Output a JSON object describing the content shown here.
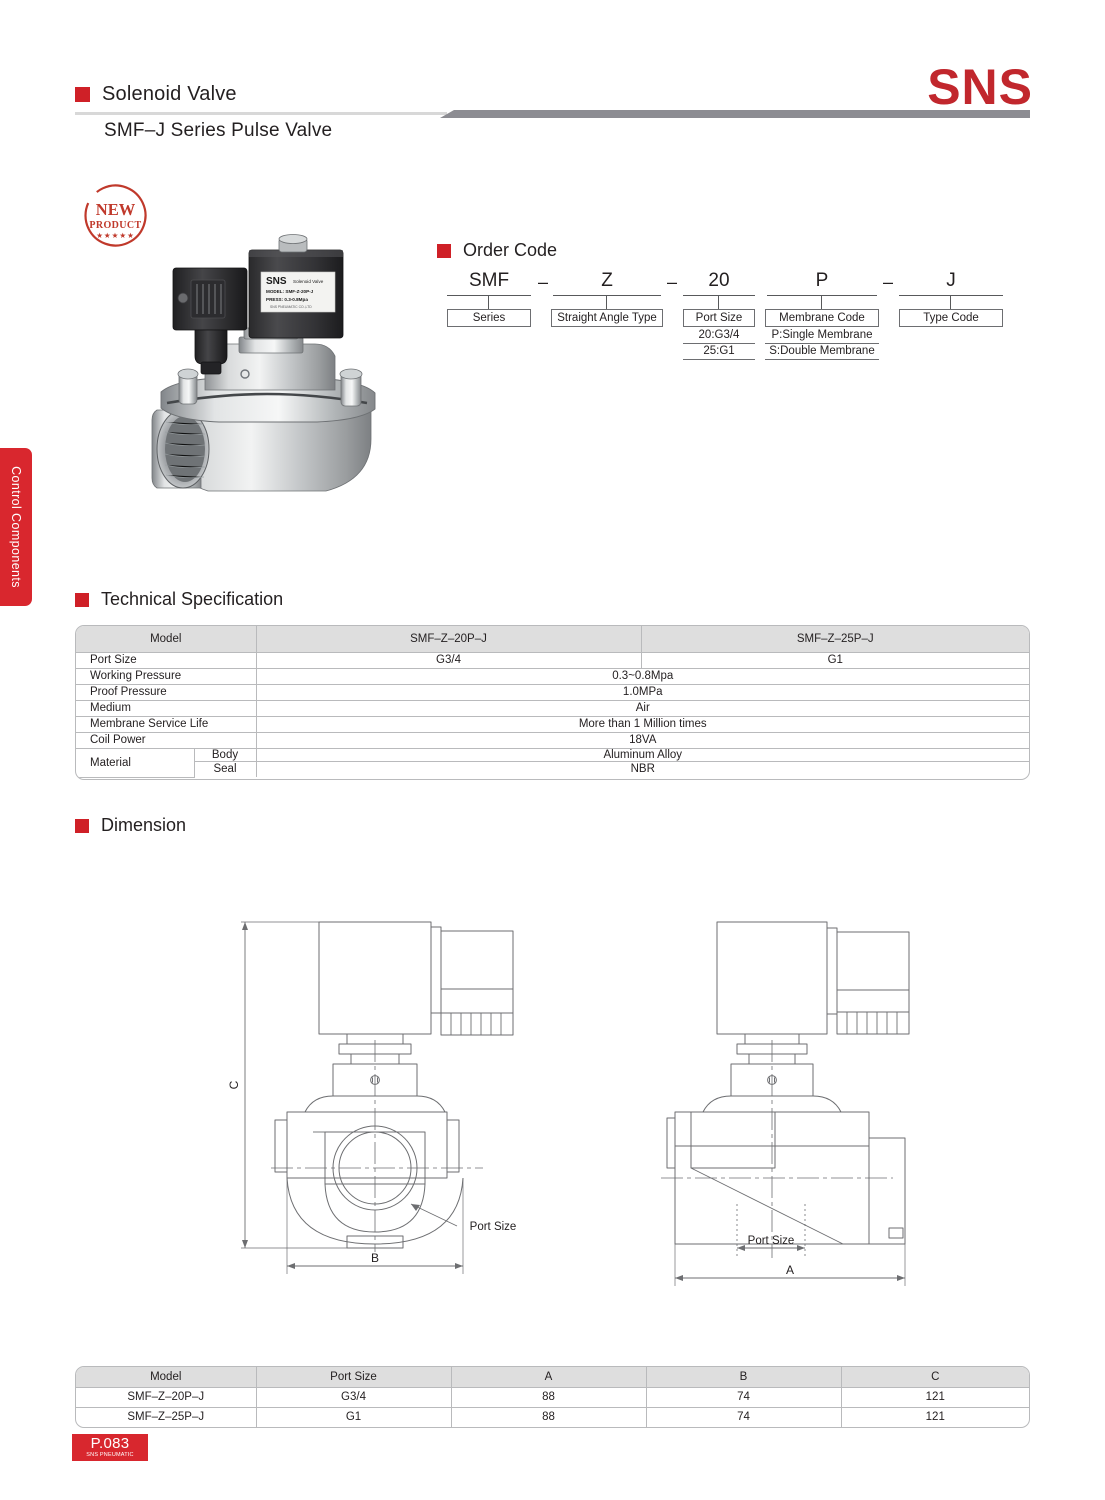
{
  "header": {
    "category": "Solenoid Valve",
    "product_title": "SMF–J Series Pulse Valve",
    "brand": "SNS"
  },
  "side_tab": {
    "label": "Control Components"
  },
  "stamp": {
    "line1": "NEW",
    "line2": "PRODUCT",
    "stars": "★★★★★"
  },
  "product_photo": {
    "label_brand": "SNS",
    "label_brand_sub": "Solenoid Valve",
    "label_model": "MODEL: SMF-Z-20P-J",
    "label_press": "PRESS: 0.3-0.8Mpa",
    "label_company": "SNS PNEUMATIC CO.,LTD"
  },
  "sections": {
    "order_code": "Order Code",
    "technical_specification": "Technical Specification",
    "dimension": "Dimension"
  },
  "order_code": {
    "codes": [
      "SMF",
      "Z",
      "20",
      "P",
      "J"
    ],
    "dashes": [
      "–",
      "–",
      "–"
    ],
    "boxes": [
      "Series",
      "Straight Angle Type",
      "Port Size",
      "Membrane Code",
      "Type Code"
    ],
    "port_size_notes": [
      "20:G3/4",
      "25:G1"
    ],
    "membrane_notes": [
      "P:Single Membrane",
      "S:Double Membrane"
    ]
  },
  "tech_table": {
    "headers": [
      "Model",
      "SMF–Z–20P–J",
      "SMF–Z–25P–J"
    ],
    "rows": [
      {
        "label": "Port Size",
        "sub": "",
        "split": true,
        "v1": "G3/4",
        "v2": "G1"
      },
      {
        "label": "Working  Pressure",
        "sub": "",
        "split": false,
        "value": "0.3~0.8Mpa"
      },
      {
        "label": "Proof Pressure",
        "sub": "",
        "split": false,
        "value": "1.0MPa"
      },
      {
        "label": "Medium",
        "sub": "",
        "split": false,
        "value": "Air"
      },
      {
        "label": "Membrane Service Life",
        "sub": "",
        "split": false,
        "value": "More  than 1 Million times"
      },
      {
        "label": "Coil Power",
        "sub": "",
        "split": false,
        "value": "18VA"
      },
      {
        "label": "Material",
        "sub": "Body",
        "split": false,
        "value": "Aluminum Alloy"
      },
      {
        "label": "",
        "sub": "Seal",
        "split": false,
        "value": "NBR"
      }
    ]
  },
  "dimension_drawings": {
    "front_view": {
      "dim_c": "C",
      "dim_b": "B",
      "port_label": "Port Size"
    },
    "side_view": {
      "dim_a": "A",
      "port_label": "Port Size"
    }
  },
  "dim_table": {
    "headers": [
      "Model",
      "Port Size",
      "A",
      "B",
      "C"
    ],
    "rows": [
      [
        "SMF–Z–20P–J",
        "G3/4",
        "88",
        "74",
        "121"
      ],
      [
        "SMF–Z–25P–J",
        "G1",
        "88",
        "74",
        "121"
      ]
    ]
  },
  "footer": {
    "page_number": "P.083",
    "company": "SNS PNEUMATIC"
  },
  "colors": {
    "accent_red": "#cf2027",
    "brand_red": "#c1272d",
    "tab_red": "#d9272e",
    "rule_gray": "#8c8c92",
    "table_header": "#dedede"
  }
}
